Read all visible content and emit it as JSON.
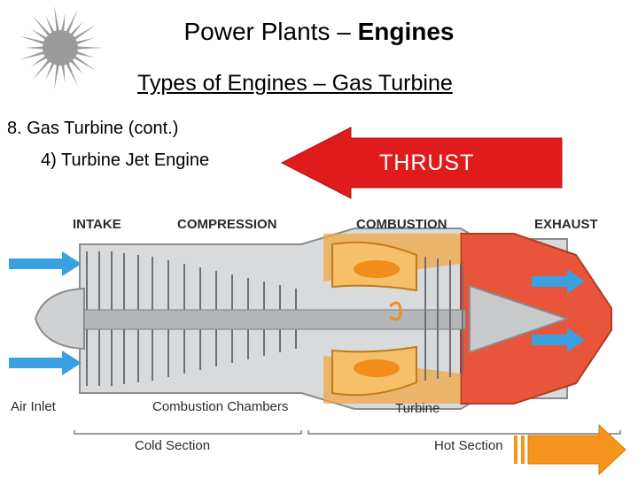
{
  "slide": {
    "title_main": "Power Plants – ",
    "title_bold": "Engines",
    "subtitle": "Types of Engines – Gas Turbine",
    "outline_item": "8. Gas Turbine (cont.)",
    "sub_item": "4) Turbine Jet Engine",
    "thrust_label": "THRUST"
  },
  "diagram": {
    "labels": {
      "intake": "INTAKE",
      "compression": "COMPRESSION",
      "combustion": "COMBUSTION",
      "exhaust": "EXHAUST",
      "air_inlet": "Air Inlet",
      "combustion_chambers": "Combustion Chambers",
      "turbine": "Turbine",
      "cold_section": "Cold Section",
      "hot_section": "Hot Section"
    }
  },
  "colors": {
    "thrust_arrow": "#e01b1b",
    "air_arrow": "#3aa0e0",
    "exhaust_section": "#e8553a",
    "combustion_fire": "#f28c1a",
    "next_arrow": "#f7941d"
  },
  "icons": [
    "sun-logo-icon",
    "thrust-arrow-icon",
    "next-slide-arrow-icon"
  ]
}
